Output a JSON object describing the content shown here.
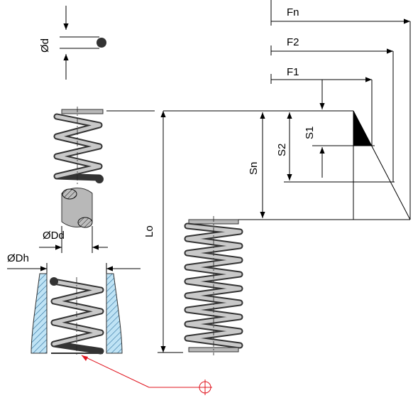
{
  "labels": {
    "wire_diameter": "Ød",
    "mandrel_diameter": "ØDd",
    "bore_diameter": "ØDh",
    "free_length": "Lo",
    "force_1": "F1",
    "force_2": "F2",
    "force_n": "Fn",
    "stroke_1": "S1",
    "stroke_2": "S2",
    "stroke_n": "Sn"
  },
  "colors": {
    "spring_fill": "#b8b8b8",
    "spring_outline": "#333333",
    "line": "#000000",
    "leader": "#e0141e",
    "hatch_fill": "#bfe3f5",
    "triangle": "#000000"
  },
  "icons": {
    "symbol": "crosshair-circle-icon"
  }
}
